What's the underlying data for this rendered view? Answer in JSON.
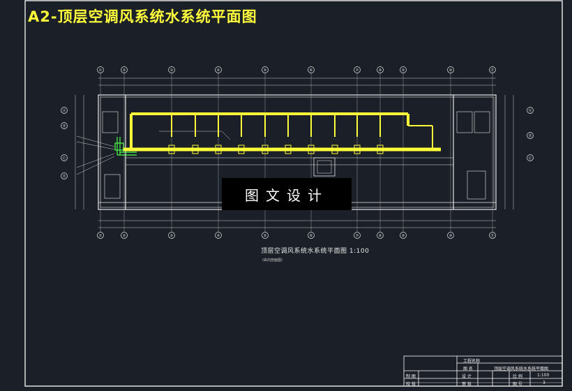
{
  "drawing_title": "A2-顶层空调风系统水系统平面图",
  "plan_caption": "顶层空调风系统水系统平面图 1:100",
  "plan_subcaption": "(纵向剖面图)",
  "watermark": "图文设计",
  "axis_labels_top": [
    "①",
    "②",
    "③",
    "④",
    "⑤",
    "⑥",
    "⑦",
    "⑧",
    "⑨",
    "⑩",
    "⑪"
  ],
  "axis_labels_bottom": [
    "①",
    "②",
    "③",
    "④",
    "⑤",
    "⑥",
    "⑦",
    "⑧",
    "⑨",
    "⑩",
    "⑪"
  ],
  "axis_labels_left": [
    "Ⓐ",
    "Ⓑ",
    "Ⓒ",
    "Ⓓ"
  ],
  "axis_labels_right": [
    "Ⓐ",
    "Ⓑ",
    "Ⓒ"
  ],
  "title_block": {
    "project_label": "工程名称",
    "drawing_label": "图 名",
    "drawing_name": "顶层空调风系统水系统平面图",
    "design_label": "设 计",
    "check_label": "审 核",
    "drawn_label": "制 图",
    "review_label": "校 核",
    "scale_label": "比 例",
    "scale_value": "1:100",
    "sheet_label": "图 号",
    "sheet_value": "3"
  },
  "colors": {
    "background": "#1b1f27",
    "frame": "#ffffff",
    "title": "#ffff3a",
    "duct": "#ffff3a",
    "pipe": "#4cff4c",
    "wall": "#e8e8e8"
  }
}
